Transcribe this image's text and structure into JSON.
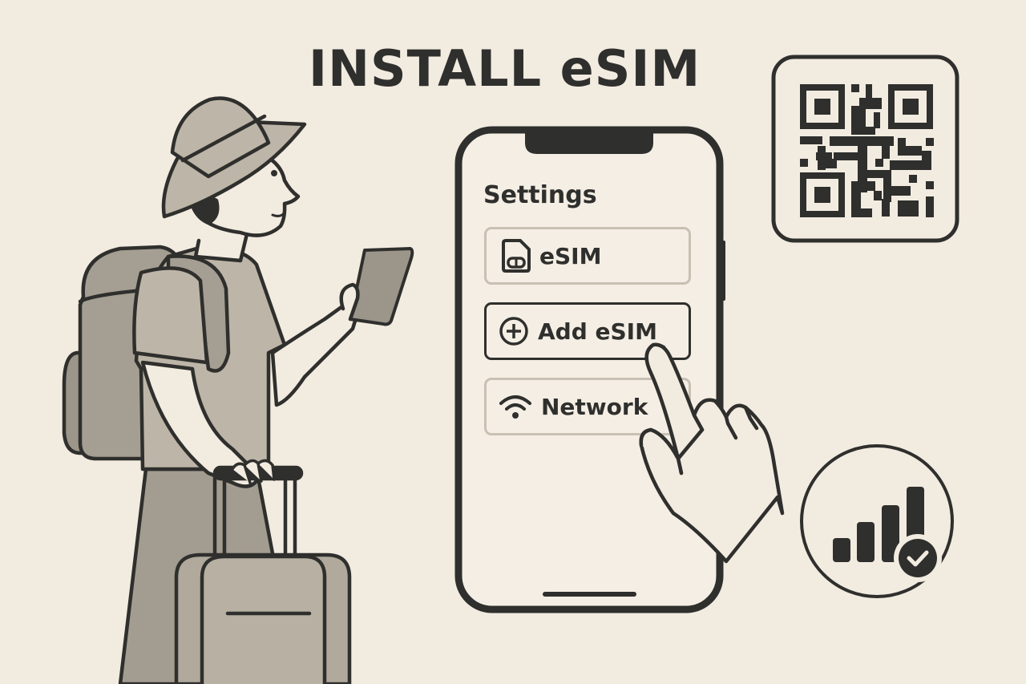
{
  "title": "INSTALL eSIM",
  "phone": {
    "screen_title": "Settings",
    "items": [
      {
        "label": "eSIM",
        "icon": "sim-card-icon",
        "state": "default"
      },
      {
        "label": "Add eSIM",
        "icon": "plus-circle-icon",
        "state": "highlighted"
      },
      {
        "label": "Network",
        "icon": "wifi-icon",
        "state": "default"
      }
    ]
  },
  "badges": {
    "qr_code": "qr-code-icon",
    "signal": "signal-check-icon"
  },
  "colors": {
    "background": "#f2ebe0",
    "ink": "#2f2f2d",
    "muted_border": "#c8c0b3",
    "fill_light": "#bdb5a7",
    "fill_dark": "#9c958a"
  }
}
